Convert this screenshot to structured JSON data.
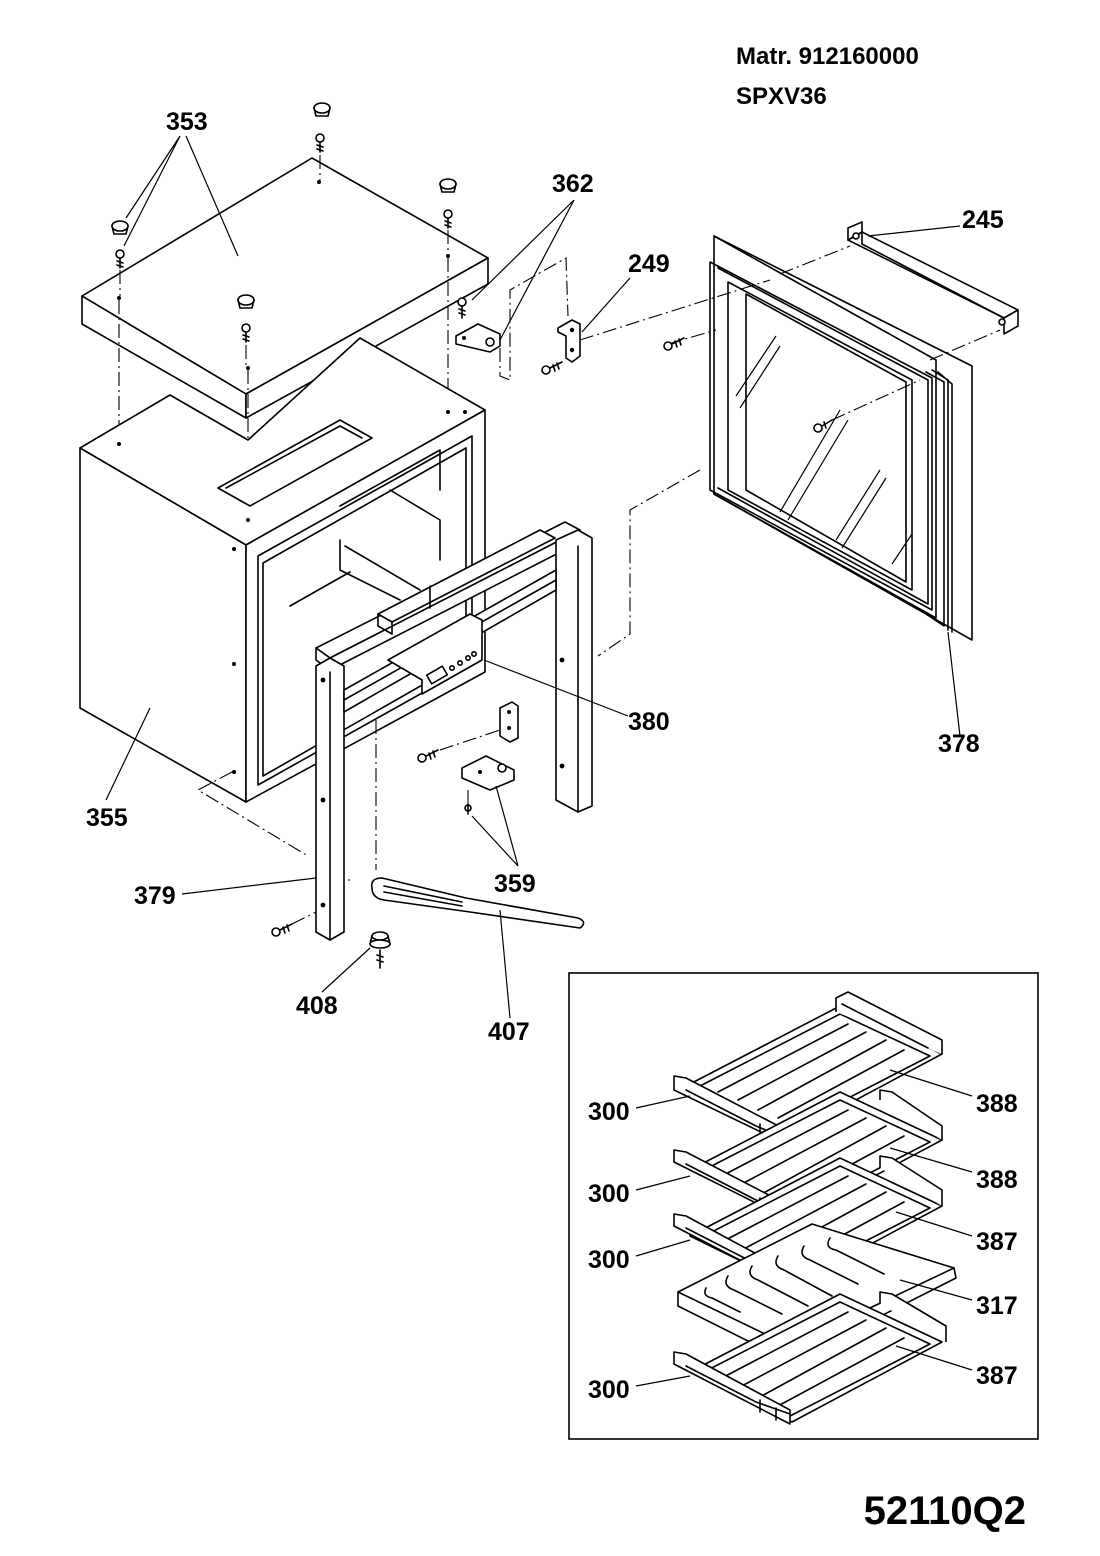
{
  "header": {
    "material_number": "Matr. 912160000",
    "model": "SPXV36"
  },
  "drawing_code": "52110Q2",
  "callouts": {
    "c353": "353",
    "c362": "362",
    "c249": "249",
    "c245": "245",
    "c355": "355",
    "c380": "380",
    "c378": "378",
    "c359": "359",
    "c379": "379",
    "c408": "408",
    "c407": "407",
    "inset_300a": "300",
    "inset_300b": "300",
    "inset_300c": "300",
    "inset_300d": "300",
    "inset_388a": "388",
    "inset_388b": "388",
    "inset_387a": "387",
    "inset_317": "317",
    "inset_387b": "387"
  }
}
